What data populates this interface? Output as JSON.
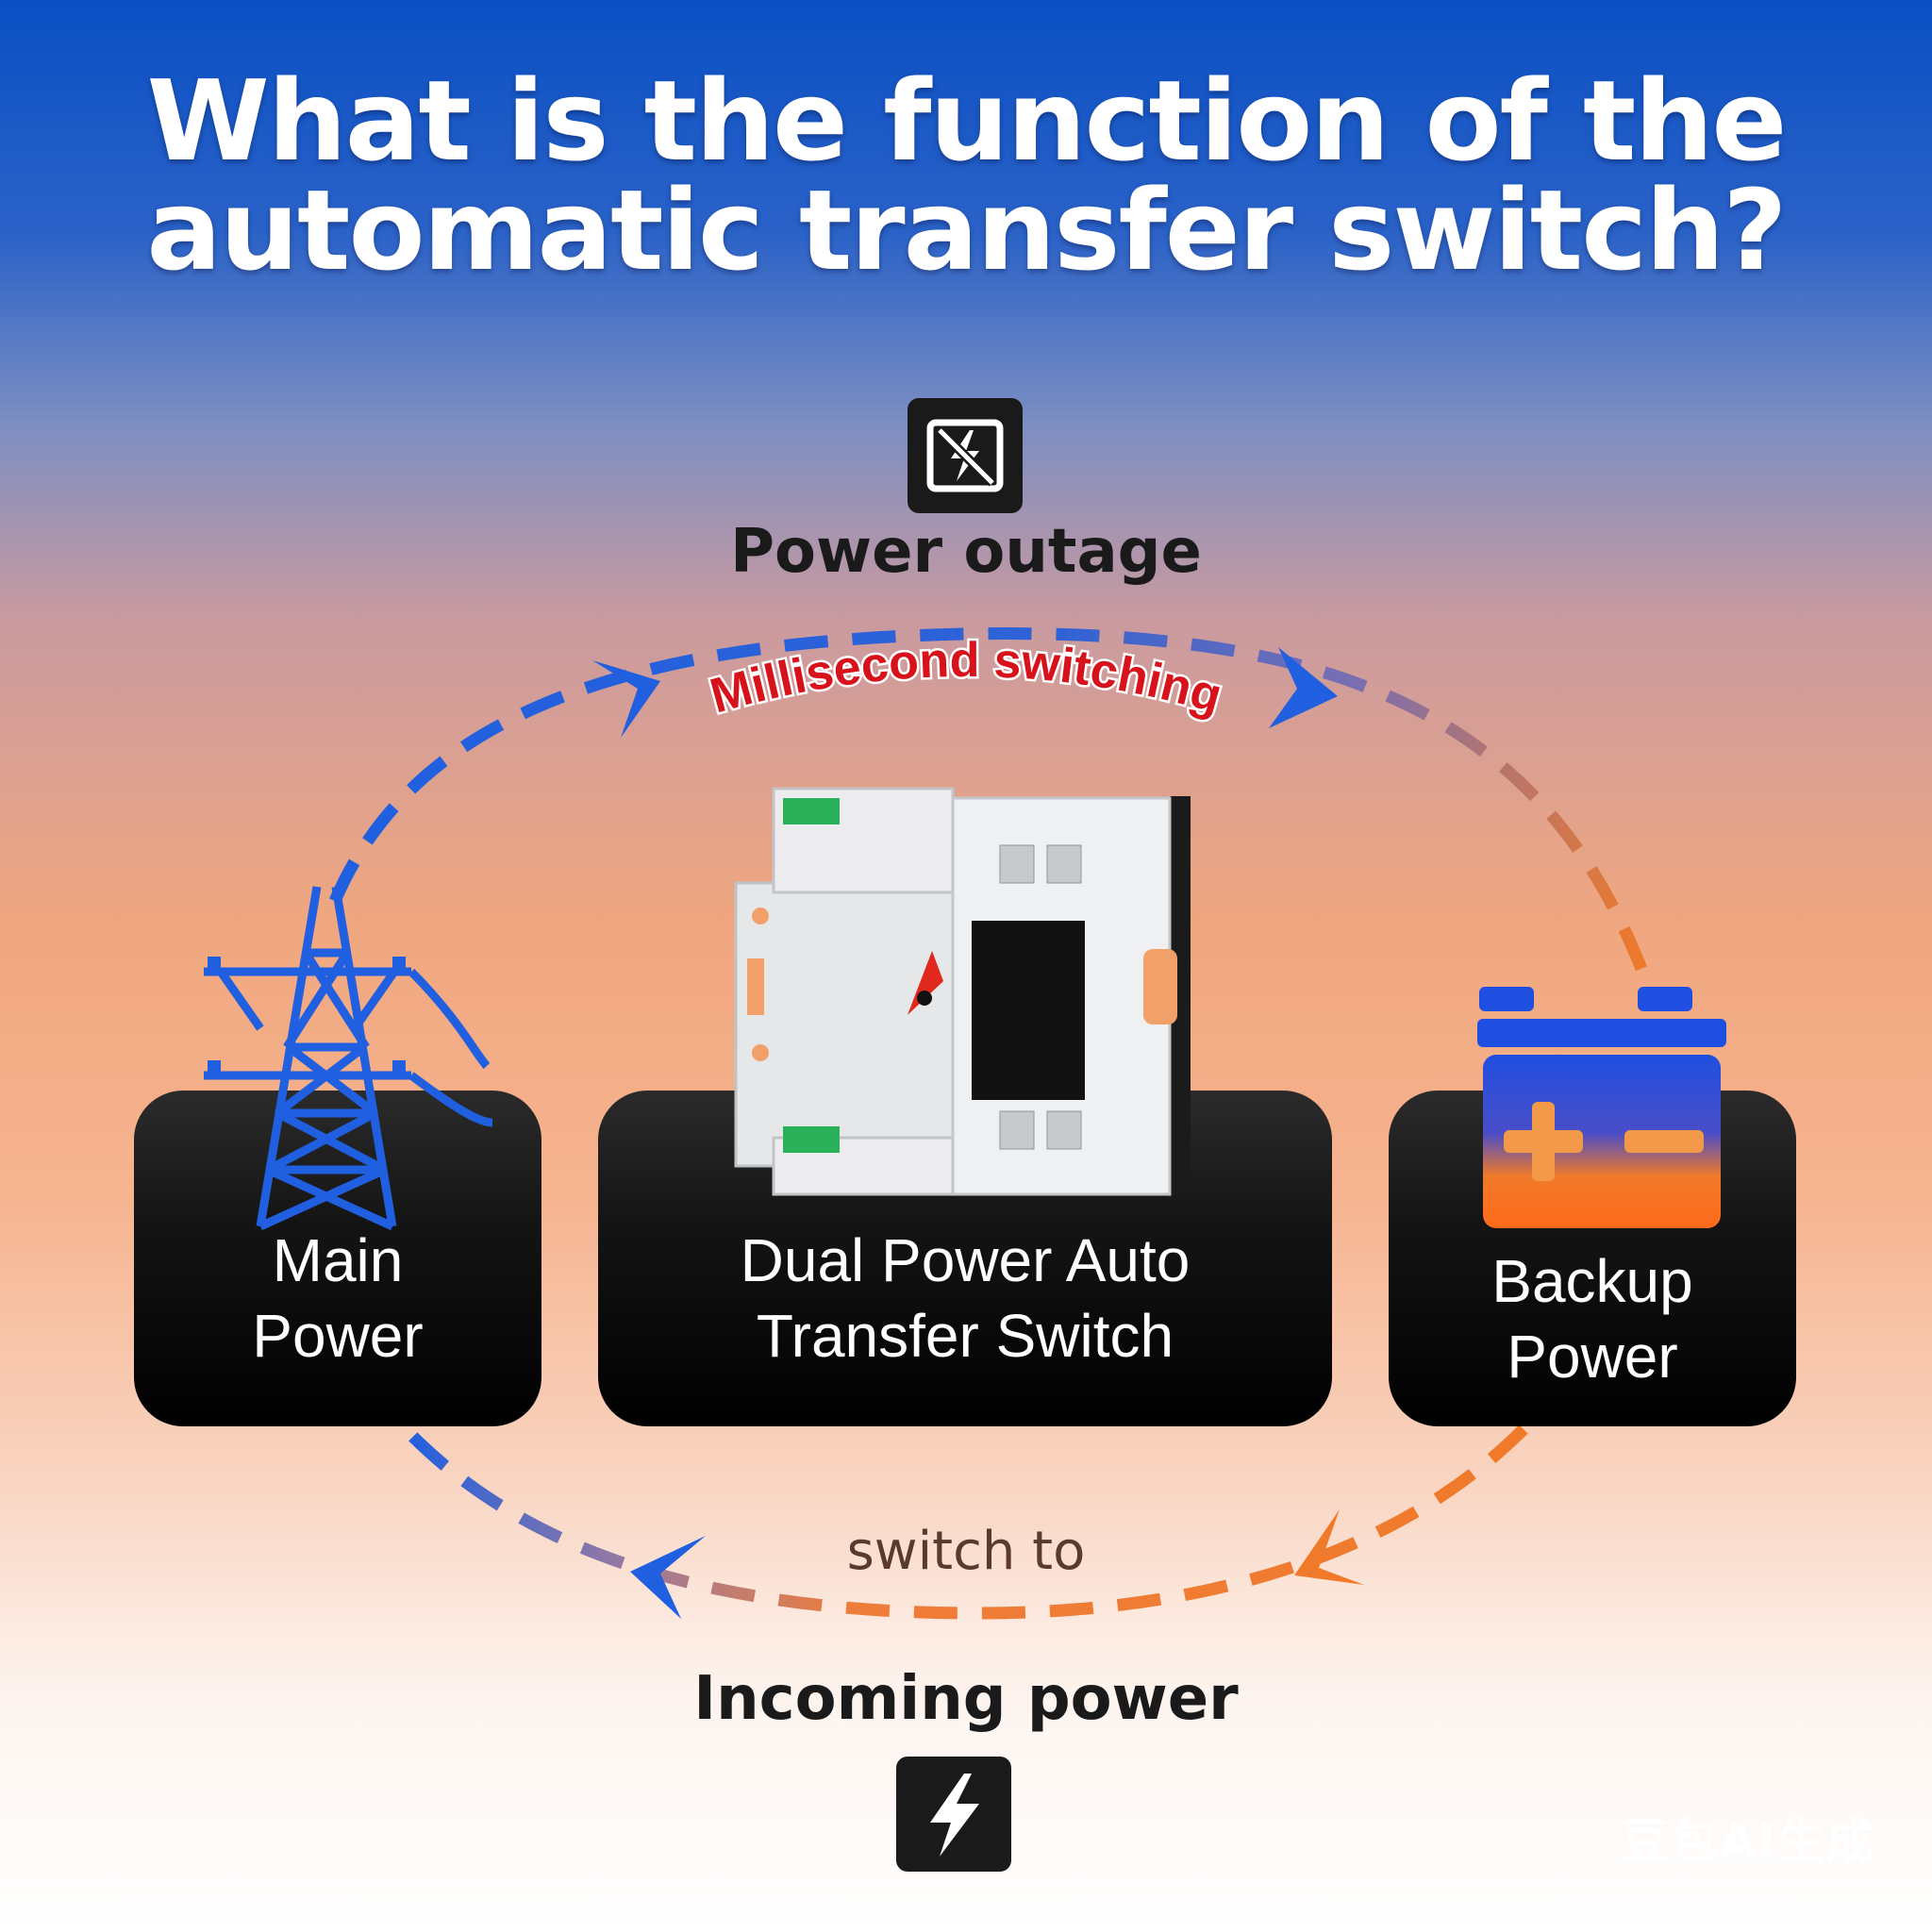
{
  "title": {
    "line1": "What is the function of the",
    "line2": "automatic transfer switch?"
  },
  "top_node": {
    "label": "Power outage",
    "icon": "no-power-icon"
  },
  "bottom_node": {
    "label": "Incoming power",
    "icon": "lightning-icon"
  },
  "arc_top_label": "Millisecond switching",
  "arc_bottom_label": "switch to",
  "main_power": {
    "line1": "Main",
    "line2": "Power",
    "icon": "power-tower-icon"
  },
  "center_device": {
    "line1": "Dual Power Auto",
    "line2": "Transfer Switch",
    "icon": "transfer-switch-device-icon"
  },
  "backup_power": {
    "line1": "Backup",
    "line2": "Power",
    "icon": "battery-icon"
  },
  "watermark": "豆包AI生成",
  "colors": {
    "blue_flow": "#1f5fe0",
    "orange_flow": "#f07a2a",
    "panel_dark": "#111111",
    "ms_label_red": "#d8121b"
  }
}
